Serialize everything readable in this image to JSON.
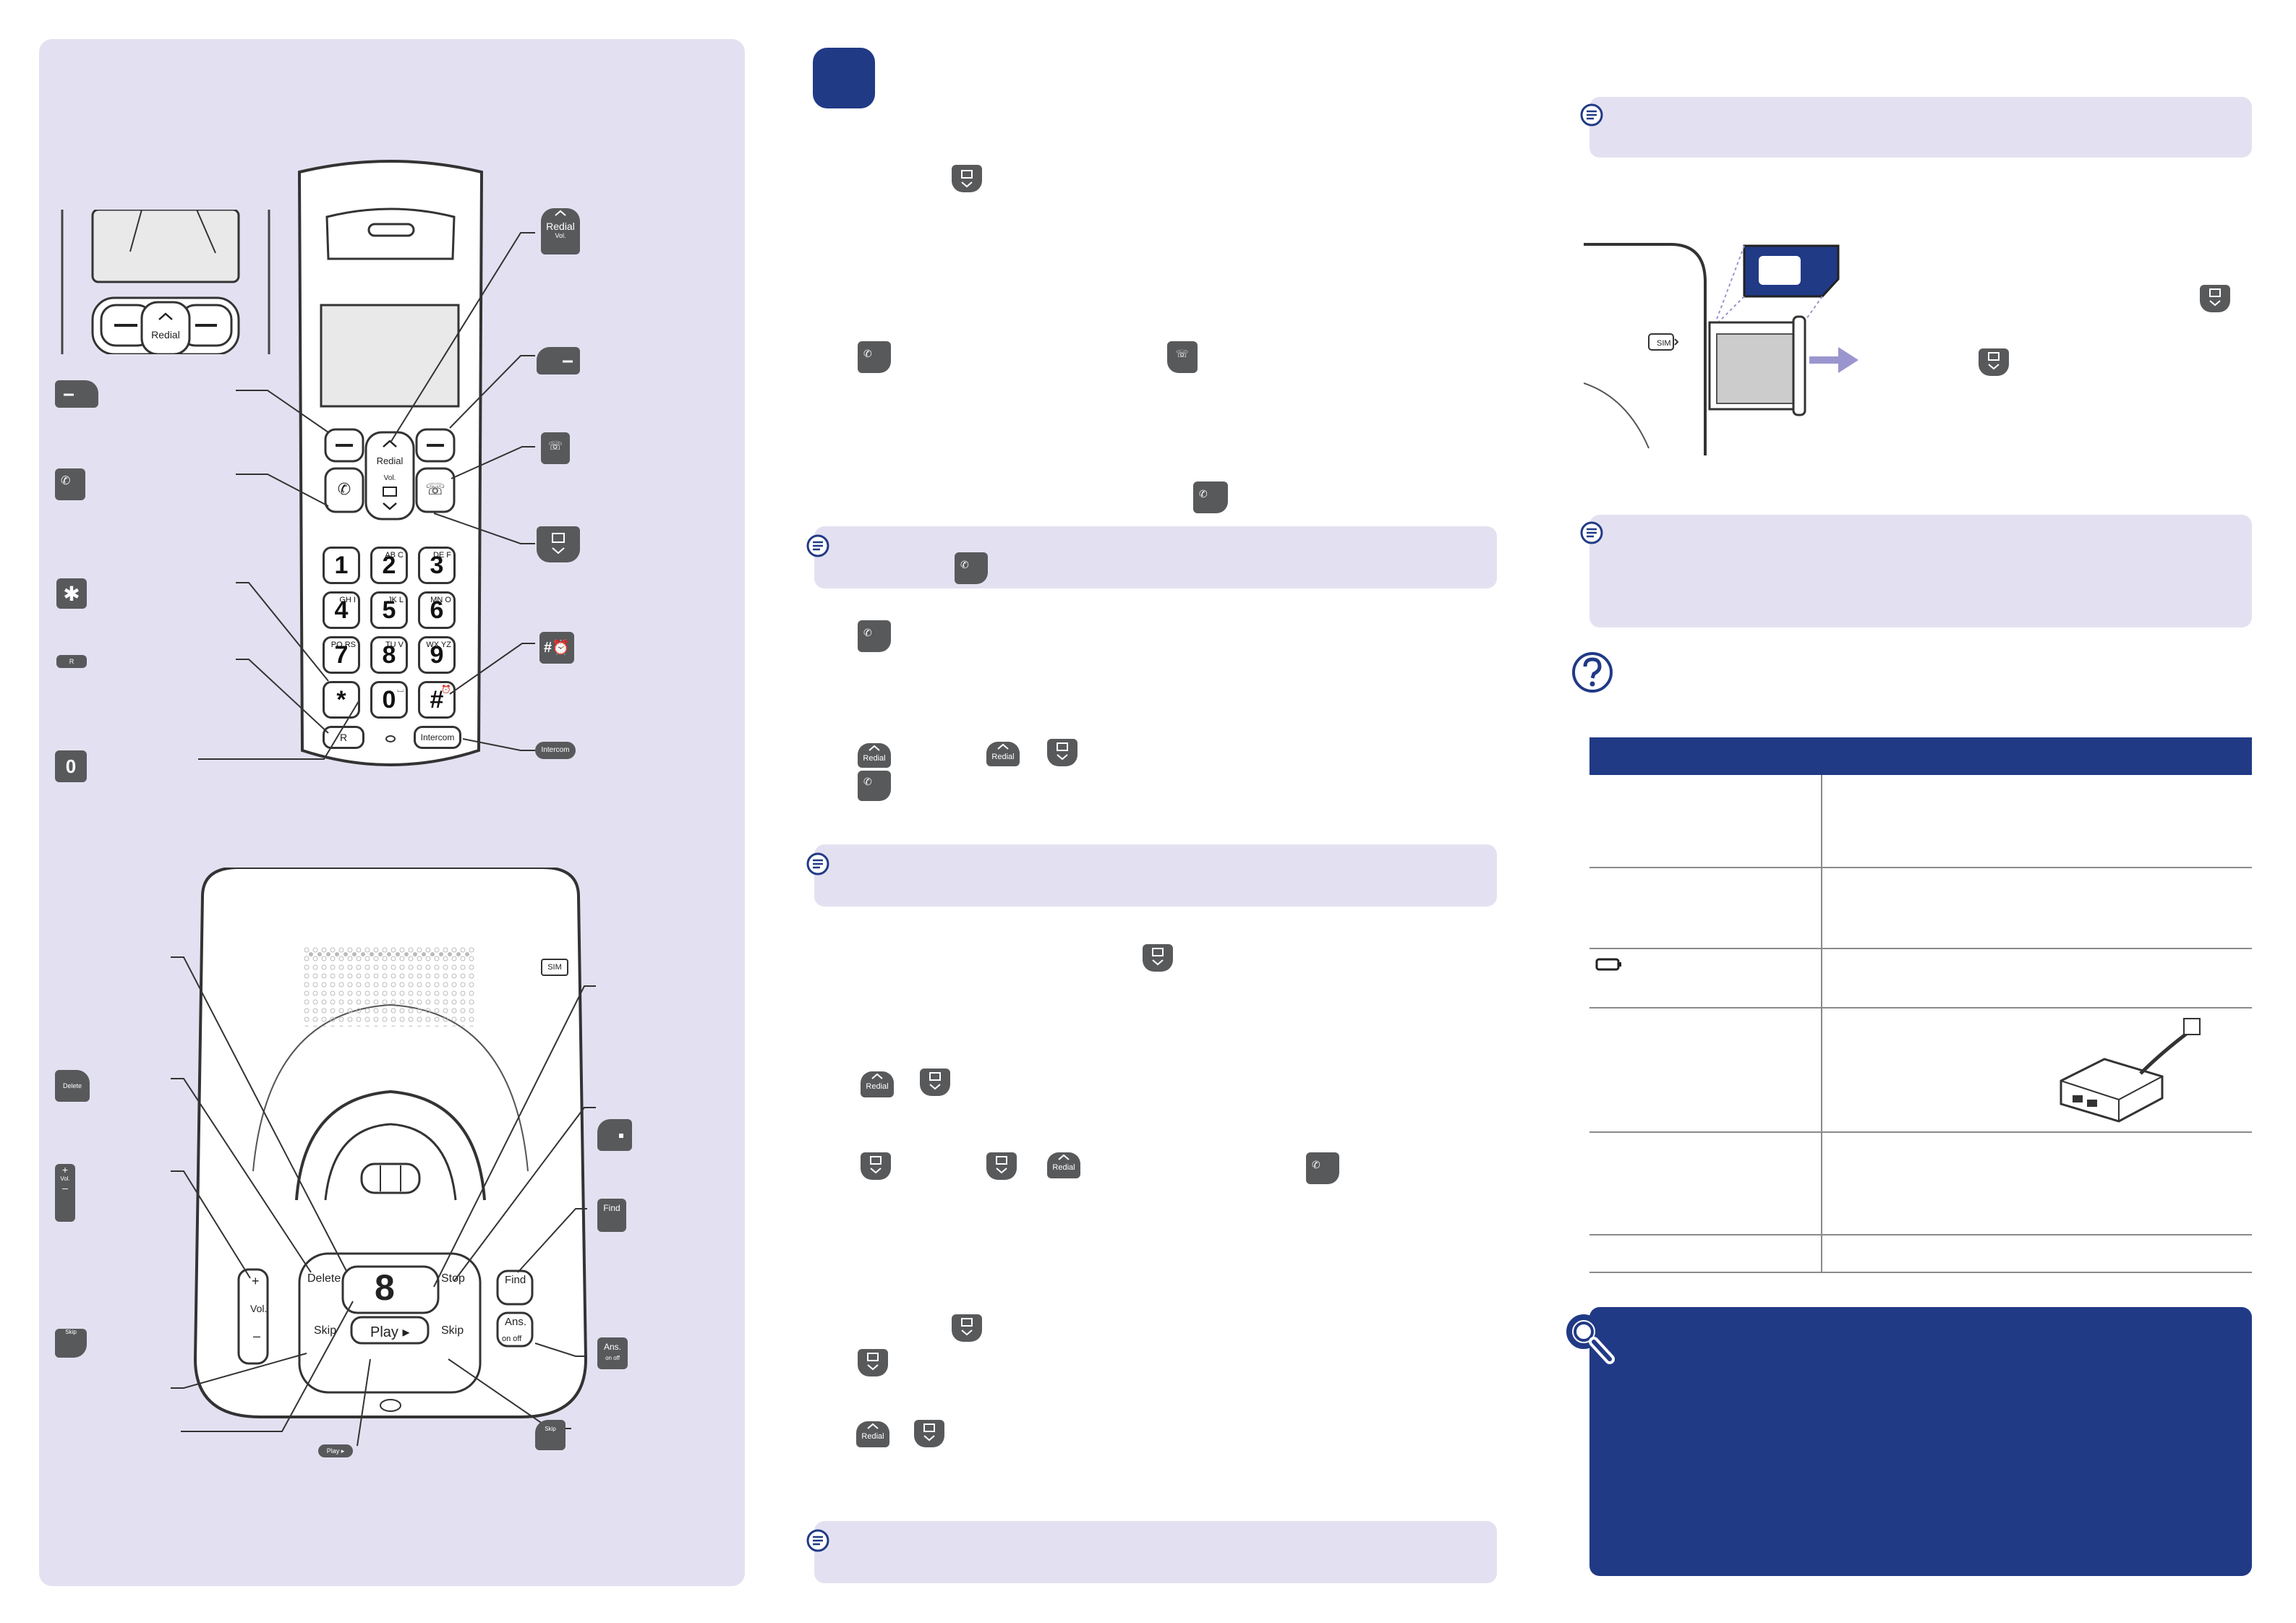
{
  "colors": {
    "panel": "#e3e1f1",
    "brand_blue": "#213a86",
    "key_grey": "#58595b",
    "arrow": "#9b95cf"
  },
  "handset": {
    "display_label": "Redial",
    "nav_labels": {
      "up": "Redial",
      "vol": "Vol."
    },
    "keypad": [
      {
        "digit": "1",
        "sub": ""
      },
      {
        "digit": "2",
        "sub": "AB C"
      },
      {
        "digit": "3",
        "sub": "DE F"
      },
      {
        "digit": "4",
        "sub": "GH I"
      },
      {
        "digit": "5",
        "sub": "JK L"
      },
      {
        "digit": "6",
        "sub": "MN O"
      },
      {
        "digit": "7",
        "sub": "PQ RS"
      },
      {
        "digit": "8",
        "sub": "TU V"
      },
      {
        "digit": "9",
        "sub": "WX YZ"
      },
      {
        "digit": "*",
        "sub": ""
      },
      {
        "digit": "0",
        "sub": "⌴"
      },
      {
        "digit": "#",
        "sub": "⏰"
      }
    ],
    "r_key": "R",
    "intercom_key": "Intercom"
  },
  "callouts": {
    "redial": "Redial",
    "vol": "Vol.",
    "r": "R",
    "intercom": "Intercom",
    "delete": "Delete",
    "skip": "Skip",
    "find": "Find",
    "ans": "Ans.",
    "ans_sub": "on  off",
    "play": "Play ▸",
    "sim": "SIM"
  },
  "base": {
    "delete": "Delete",
    "stop": "Stop",
    "find": "Find",
    "vol_plus": "+",
    "vol": "Vol.",
    "vol_minus": "–",
    "skip_left": "Skip",
    "skip_right": "Skip",
    "play": "Play ▸",
    "ans": "Ans.",
    "ans_sub": "on  off",
    "led_digit": "8",
    "sim": "SIM"
  },
  "inline_keys": {
    "redial": "Redial"
  }
}
